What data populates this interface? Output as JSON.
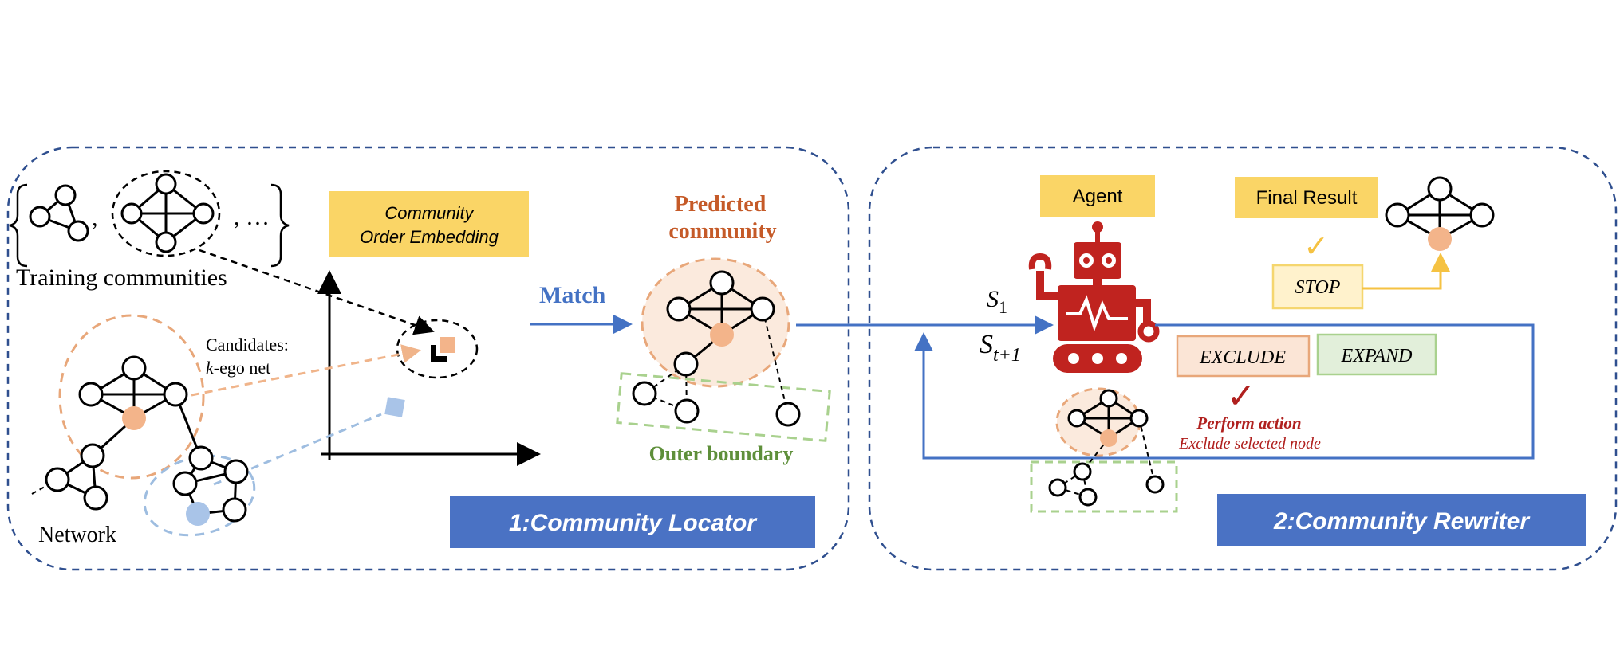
{
  "colors": {
    "panel_border": "#2F4F8F",
    "label_yellow": "#FAD566",
    "banner_blue": "#4A72C4",
    "orange_fill": "#F3B48A",
    "orange_dash": "#E8A77A",
    "blue_node": "#A9C4E8",
    "blue_dash": "#9EBDE0",
    "green_dash": "#A9D18E",
    "robot_red": "#C0231F",
    "predicted_text": "#C55A28",
    "outer_text": "#5E8F3A",
    "match_text": "#4472C4",
    "stop_fill": "#FFF2CC",
    "exclude_fill": "#FBE5D6",
    "expand_fill": "#E2EFDA"
  },
  "locator": {
    "training_label": "Training communities",
    "set_comma": ",",
    "set_ellipsis": ", …",
    "embedding_label_line1": "Community",
    "embedding_label_line2": "Order Embedding",
    "candidates_line1": "Candidates:",
    "candidates_k": "k",
    "candidates_rest": "-ego net",
    "network_label": "Network",
    "match_label": "Match",
    "predicted_line1": "Predicted",
    "predicted_line2": "community",
    "outer_boundary": "Outer boundary",
    "banner": "1:Community Locator"
  },
  "rewriter": {
    "agent_label": "Agent",
    "final_result_label": "Final Result",
    "stop_label": "STOP",
    "exclude_label": "EXCLUDE",
    "expand_label": "EXPAND",
    "s1_main": "S",
    "s1_sub": "1",
    "st_main": "S",
    "st_sub": "t+1",
    "perform_action": "Perform action",
    "exclude_selected": "Exclude selected node",
    "check_glyph": "✓",
    "banner": "2:Community Rewriter"
  }
}
